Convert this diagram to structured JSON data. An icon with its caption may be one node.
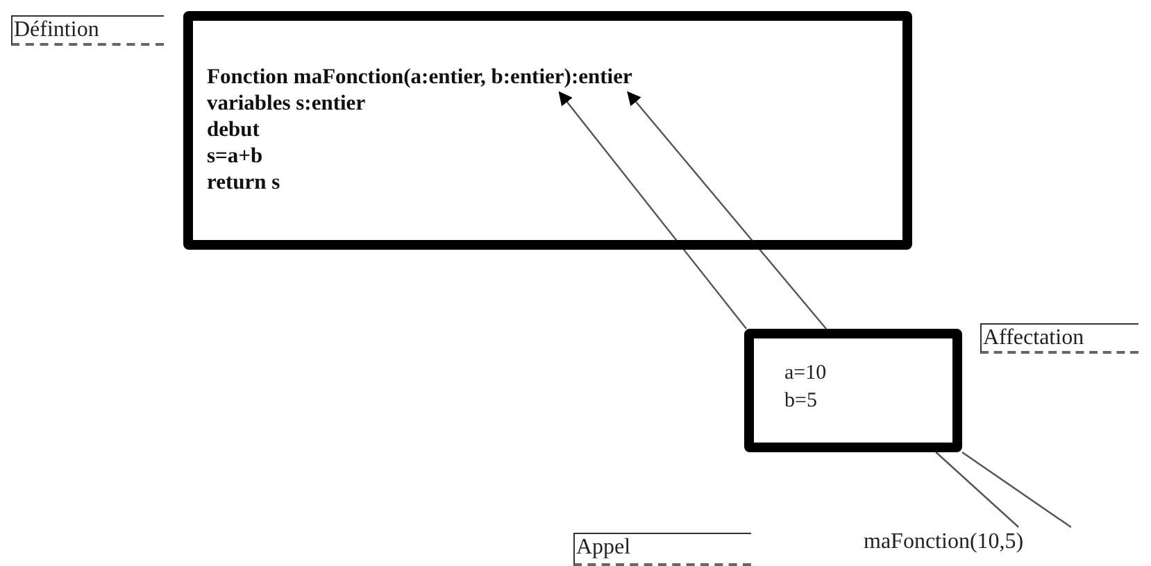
{
  "diagram": {
    "nodes": [
      {
        "text": [
          "Défintion"
        ]
      },
      {
        "text": [
          "Fonction maFonction(a:entier, b:entier):entier",
          "variables s:entier",
          "debut",
          "s=a+b",
          "return s"
        ]
      },
      {
        "text": [
          "a=10",
          "b=5"
        ]
      },
      {
        "text": [
          "Affectation"
        ]
      },
      {
        "text": [
          "Appel"
        ]
      },
      {
        "text": [
          "maFonction(10,5)"
        ]
      }
    ],
    "edges": [
      {
        "from": 2,
        "to": 1,
        "arrow": "to"
      },
      {
        "from": 2,
        "to": 1,
        "arrow": "to"
      },
      {
        "from": 5,
        "to": 2,
        "arrow": "none"
      },
      {
        "from": 5,
        "to": 2,
        "arrow": "none"
      }
    ]
  }
}
